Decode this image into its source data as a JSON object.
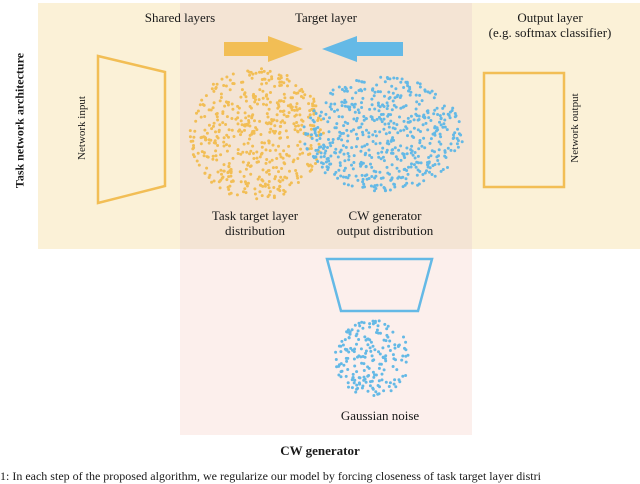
{
  "side_label": "Task network architecture",
  "sections": {
    "shared_layers": "Shared layers",
    "target_layer": "Target layer",
    "output_layer_line1": "Output layer",
    "output_layer_line2": "(e.g. softmax classifier)"
  },
  "network_input": "Network input",
  "network_output": "Network output",
  "task_distribution": {
    "line1": "Task target layer",
    "line2": "distribution"
  },
  "cw_distribution": {
    "line1": "CW generator",
    "line2": "output distribution"
  },
  "gaussian_noise": "Gaussian noise",
  "cw_generator_title": "CW generator",
  "caption": "1: In each step of the proposed algorithm, we regularize our model by forcing closeness of task target layer distri",
  "colors": {
    "task_panel": "#fbf1d7",
    "target_panel": "#f4e4d4",
    "generator_panel": "#fcefec",
    "orange": "#f2be55",
    "blue": "#64b9e6"
  }
}
